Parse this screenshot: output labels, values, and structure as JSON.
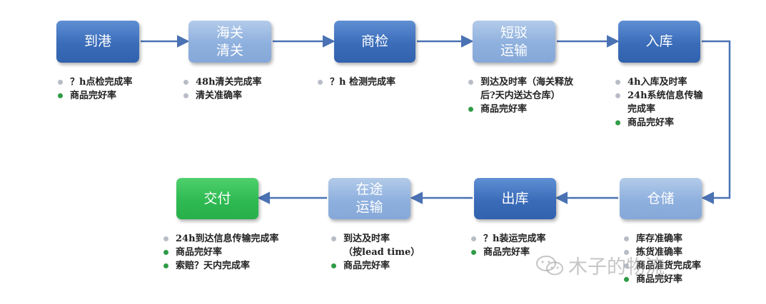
{
  "colors": {
    "dark": "#3a6cb9",
    "light": "#8eb0de",
    "green": "#2fba52",
    "arrow": "#4a72b4",
    "bullet_gray": "#b8bcc6",
    "bullet_green": "#2f9b45"
  },
  "steps": [
    {
      "id": "daogang",
      "label": "到港",
      "style": "dark",
      "items": [
        {
          "bullet": "gray",
          "text": "？h点检完成率"
        },
        {
          "bullet": "green",
          "text": "商品完好率"
        }
      ]
    },
    {
      "id": "haiguan",
      "label": "海关\n清关",
      "style": "light",
      "items": [
        {
          "bullet": "gray",
          "text": "48h清关完成率"
        },
        {
          "bullet": "gray",
          "text": "清关准确率"
        }
      ]
    },
    {
      "id": "shangjian",
      "label": "商检",
      "style": "dark",
      "items": [
        {
          "bullet": "gray",
          "text": "？h 检测完成率"
        }
      ]
    },
    {
      "id": "duanbo",
      "label": "短驳\n运输",
      "style": "light",
      "items": [
        {
          "bullet": "gray",
          "text": "到达及时率（海关释放\n后?天内送达仓库）"
        },
        {
          "bullet": "green",
          "text": "商品完好率"
        }
      ]
    },
    {
      "id": "ruku",
      "label": "入库",
      "style": "dark",
      "items": [
        {
          "bullet": "gray",
          "text": "4h入库及时率"
        },
        {
          "bullet": "gray",
          "text": "24h系统信息传输\n完成率"
        },
        {
          "bullet": "green",
          "text": "商品完好率"
        }
      ]
    },
    {
      "id": "cangchu",
      "label": "仓储",
      "style": "light",
      "items": [
        {
          "bullet": "gray",
          "text": "库存准确率"
        },
        {
          "bullet": "gray",
          "text": "拣货准确率"
        },
        {
          "bullet": "gray",
          "text": "商品准货完成率"
        },
        {
          "bullet": "green",
          "text": "商品完好率"
        }
      ]
    },
    {
      "id": "chuku",
      "label": "出库",
      "style": "dark",
      "items": [
        {
          "bullet": "gray",
          "text": "？h装运完成率"
        },
        {
          "bullet": "green",
          "text": "商品完好率"
        }
      ]
    },
    {
      "id": "zaitu",
      "label": "在途\n运输",
      "style": "light",
      "items": [
        {
          "bullet": "gray",
          "text": "到达及时率\n（按lead time）"
        },
        {
          "bullet": "green",
          "text": "商品完好率"
        }
      ]
    },
    {
      "id": "jiaofu",
      "label": "交付",
      "style": "green",
      "items": [
        {
          "bullet": "gray",
          "text": "24h到达信息传输完成率"
        },
        {
          "bullet": "green",
          "text": "商品完好率"
        },
        {
          "bullet": "green",
          "text": "索赔？天内完成率"
        }
      ]
    }
  ],
  "watermark": {
    "text": "木子的物流",
    "icon": "wechat-icon"
  }
}
